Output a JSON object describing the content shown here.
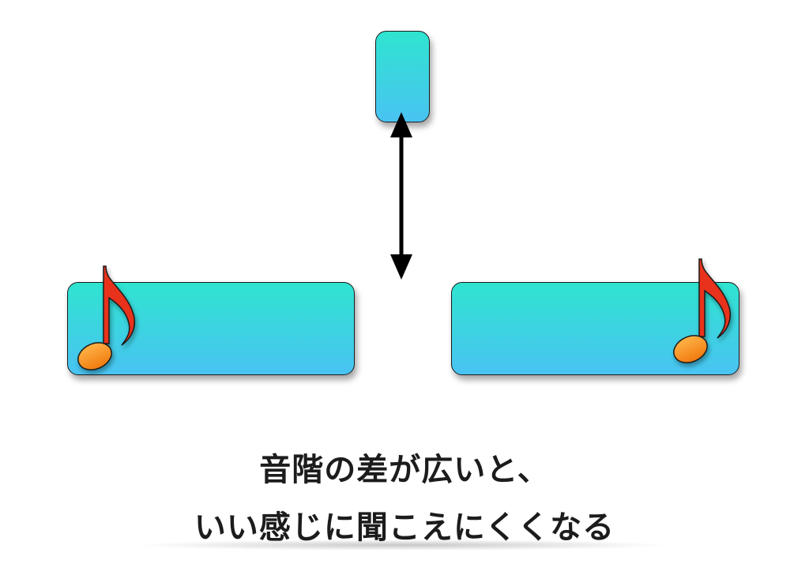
{
  "diagram": {
    "boxes": [
      {
        "id": "top",
        "label": ""
      },
      {
        "id": "left",
        "label": ""
      },
      {
        "id": "right",
        "label": ""
      }
    ],
    "icons": [
      "eighth-note-icon",
      "eighth-note-icon"
    ],
    "colors": {
      "box_gradient_top": "#2fe4d0",
      "box_gradient_bottom": "#49c3f2",
      "note_stem": "#e8331e",
      "note_head": "#f7941d",
      "arrow": "#000000"
    }
  },
  "caption": {
    "line1": "音階の差が広いと、",
    "line2": "いい感じに聞こえにくくなる"
  }
}
